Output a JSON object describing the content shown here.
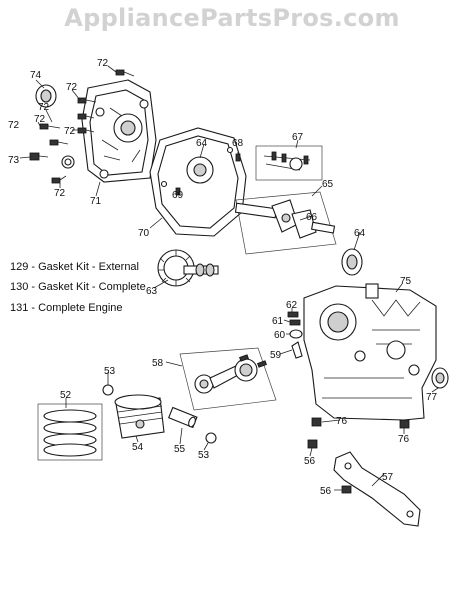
{
  "watermark": "AppliancePartsPros.com",
  "notes": [
    "129 - Gasket Kit - External",
    "130 - Gasket Kit - Complete",
    "131 - Complete Engine"
  ],
  "callouts": {
    "c72a": "72",
    "c74": "74",
    "c72b": "72",
    "c72c": "72",
    "c72d": "72",
    "c72e": "72",
    "c72f": "72",
    "c73": "73",
    "c72g": "72",
    "c71": "71",
    "c64a": "64",
    "c68": "68",
    "c69": "69",
    "c70": "70",
    "c67": "67",
    "c65": "65",
    "c66": "66",
    "c64b": "64",
    "c63": "63",
    "c75": "75",
    "c62": "62",
    "c61": "61",
    "c60": "60",
    "c59": "59",
    "c58": "58",
    "c53a": "53",
    "c52": "52",
    "c54": "54",
    "c55": "55",
    "c53b": "53",
    "c76a": "76",
    "c76b": "76",
    "c77": "77",
    "c56a": "56",
    "c57": "57",
    "c56b": "56"
  },
  "colors": {
    "line": "#222222",
    "watermark": "#d2d2d2"
  }
}
